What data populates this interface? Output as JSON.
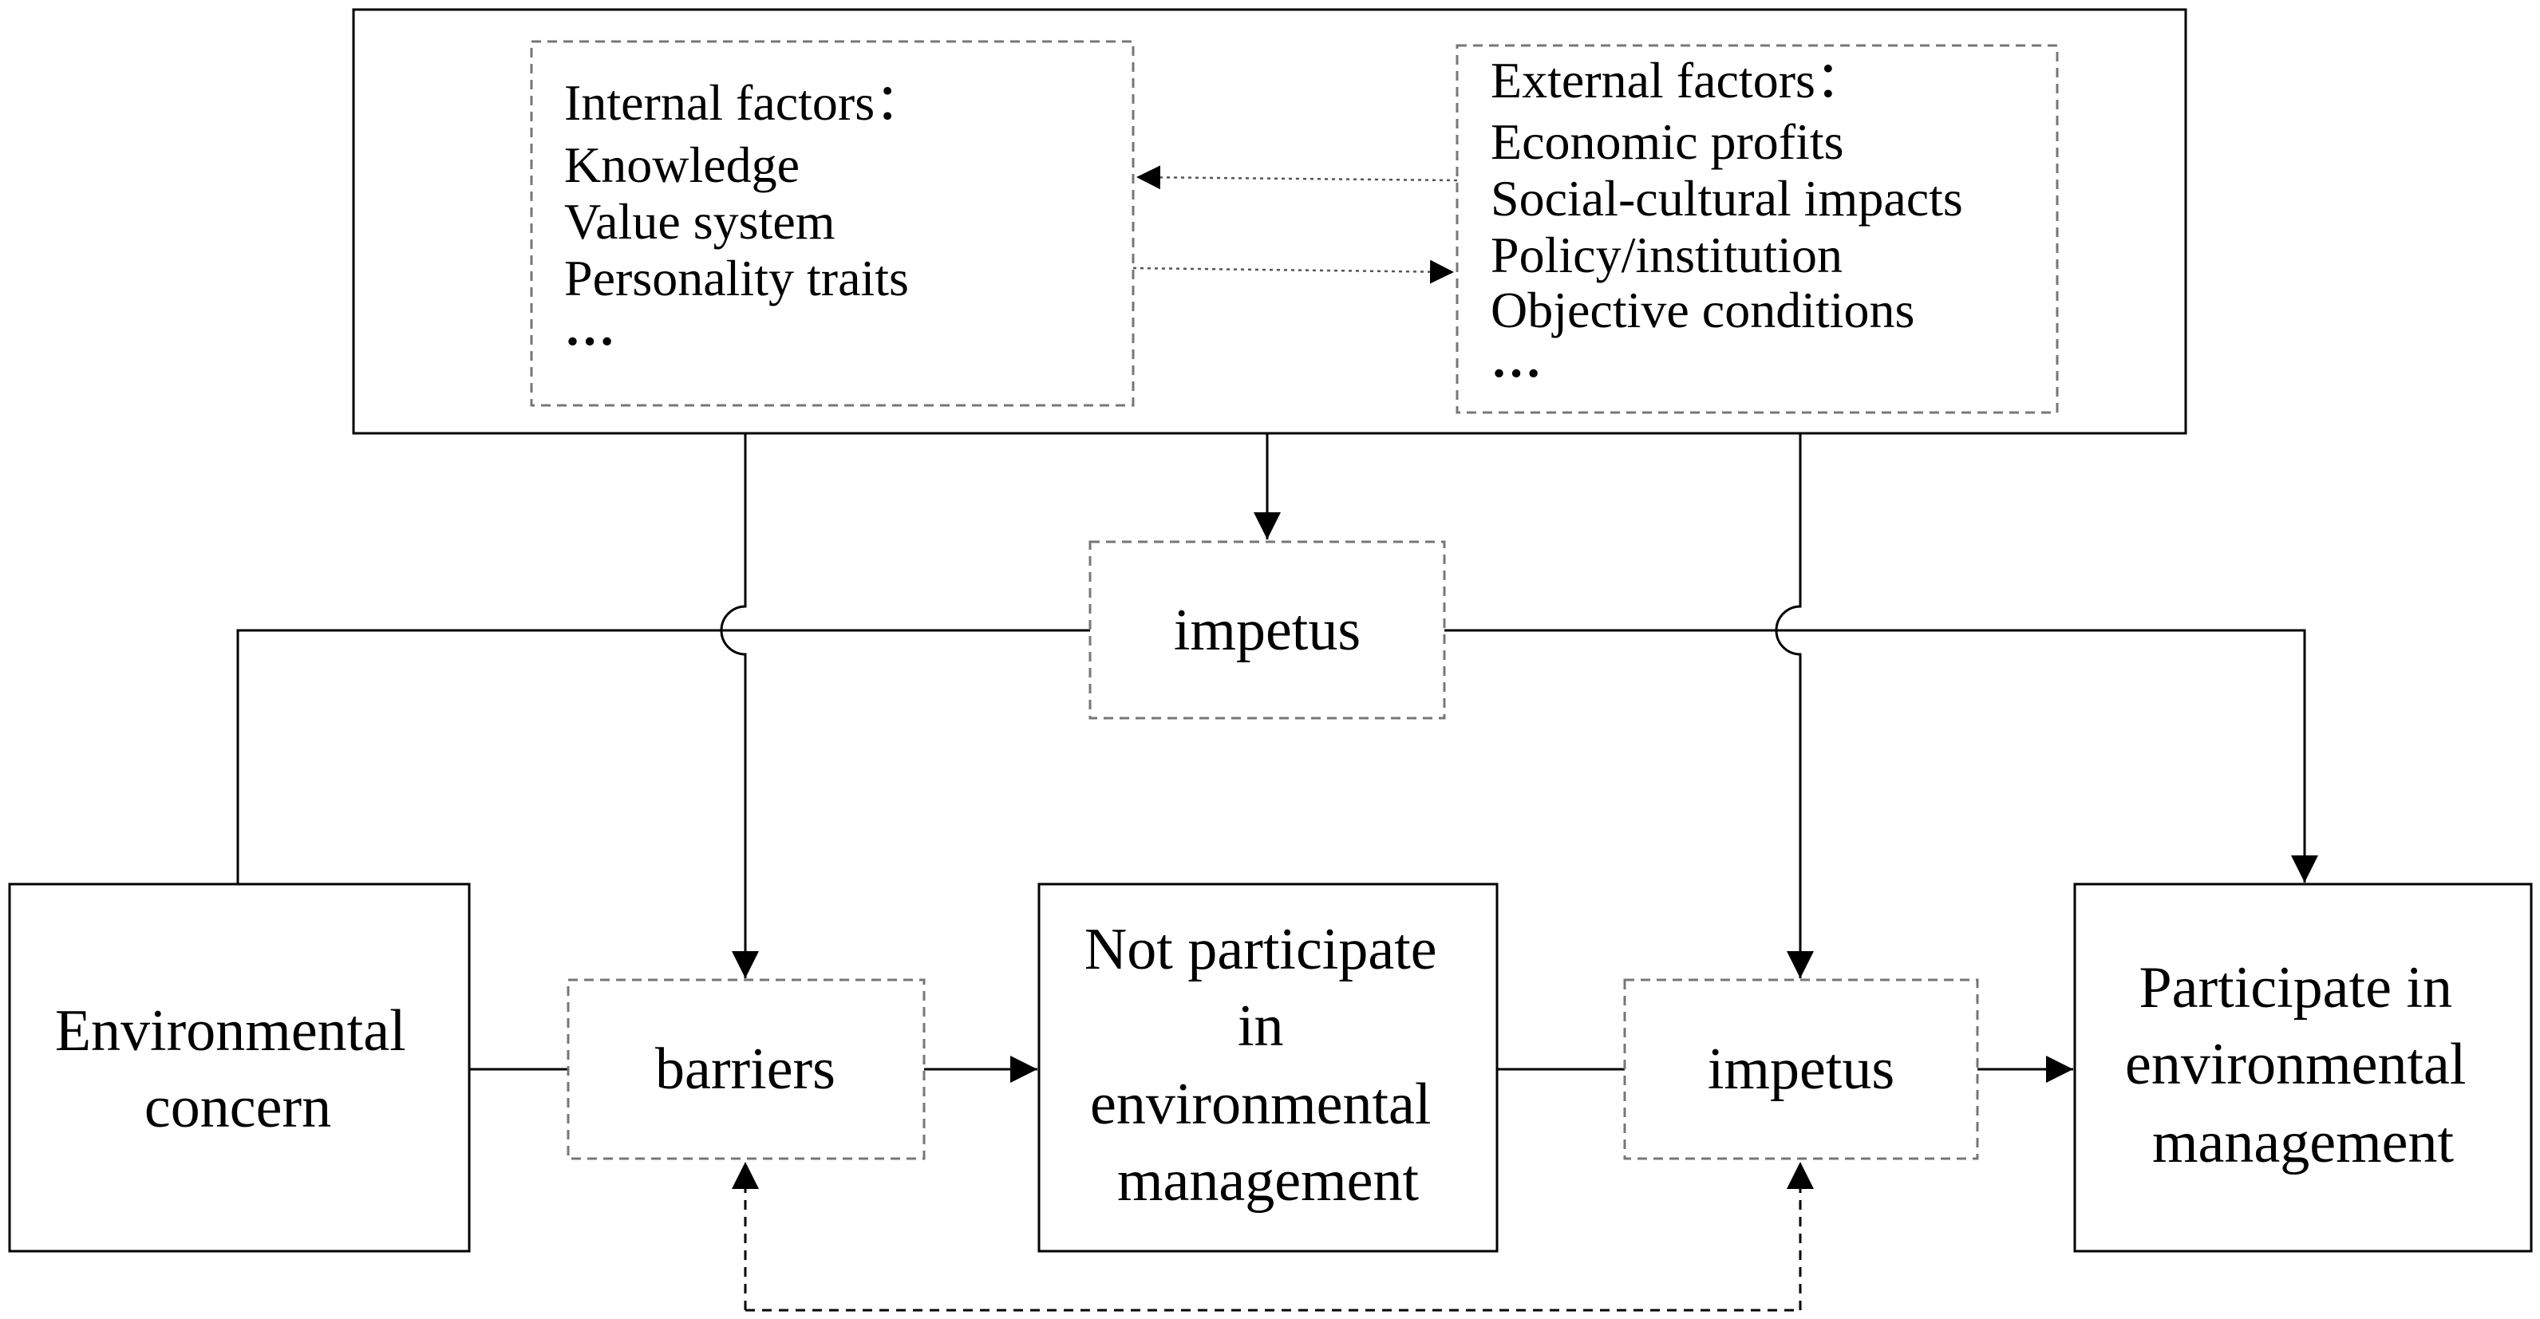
{
  "factors": {
    "internal": {
      "title": "Internal factors：",
      "items": [
        "Knowledge",
        "Value system",
        "Personality traits",
        "…"
      ]
    },
    "external": {
      "title": "External factors：",
      "items": [
        "Economic profits",
        "Social-cultural impacts",
        "Policy/institution",
        "Objective conditions",
        "…"
      ]
    }
  },
  "nodes": {
    "impetus_top": "impetus",
    "environmental_concern": [
      "Environmental",
      "concern"
    ],
    "barriers": "barriers",
    "not_participate": [
      "Not participate",
      "in",
      "environmental",
      "management"
    ],
    "impetus_bottom": "impetus",
    "participate": [
      "Participate in",
      "environmental",
      "management"
    ]
  }
}
